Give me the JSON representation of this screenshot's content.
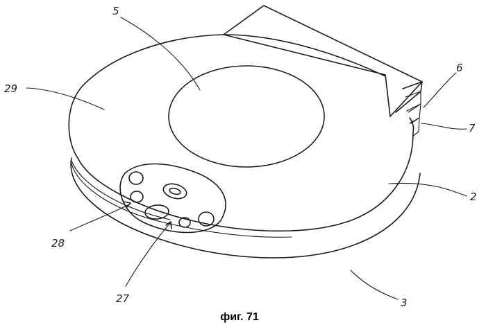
{
  "labels": {
    "l5": "5",
    "l6": "6",
    "l7": "7",
    "l29": "29",
    "l2": "2",
    "l28": "28",
    "l27": "27",
    "l3": "3"
  },
  "caption": "фиг. 71"
}
